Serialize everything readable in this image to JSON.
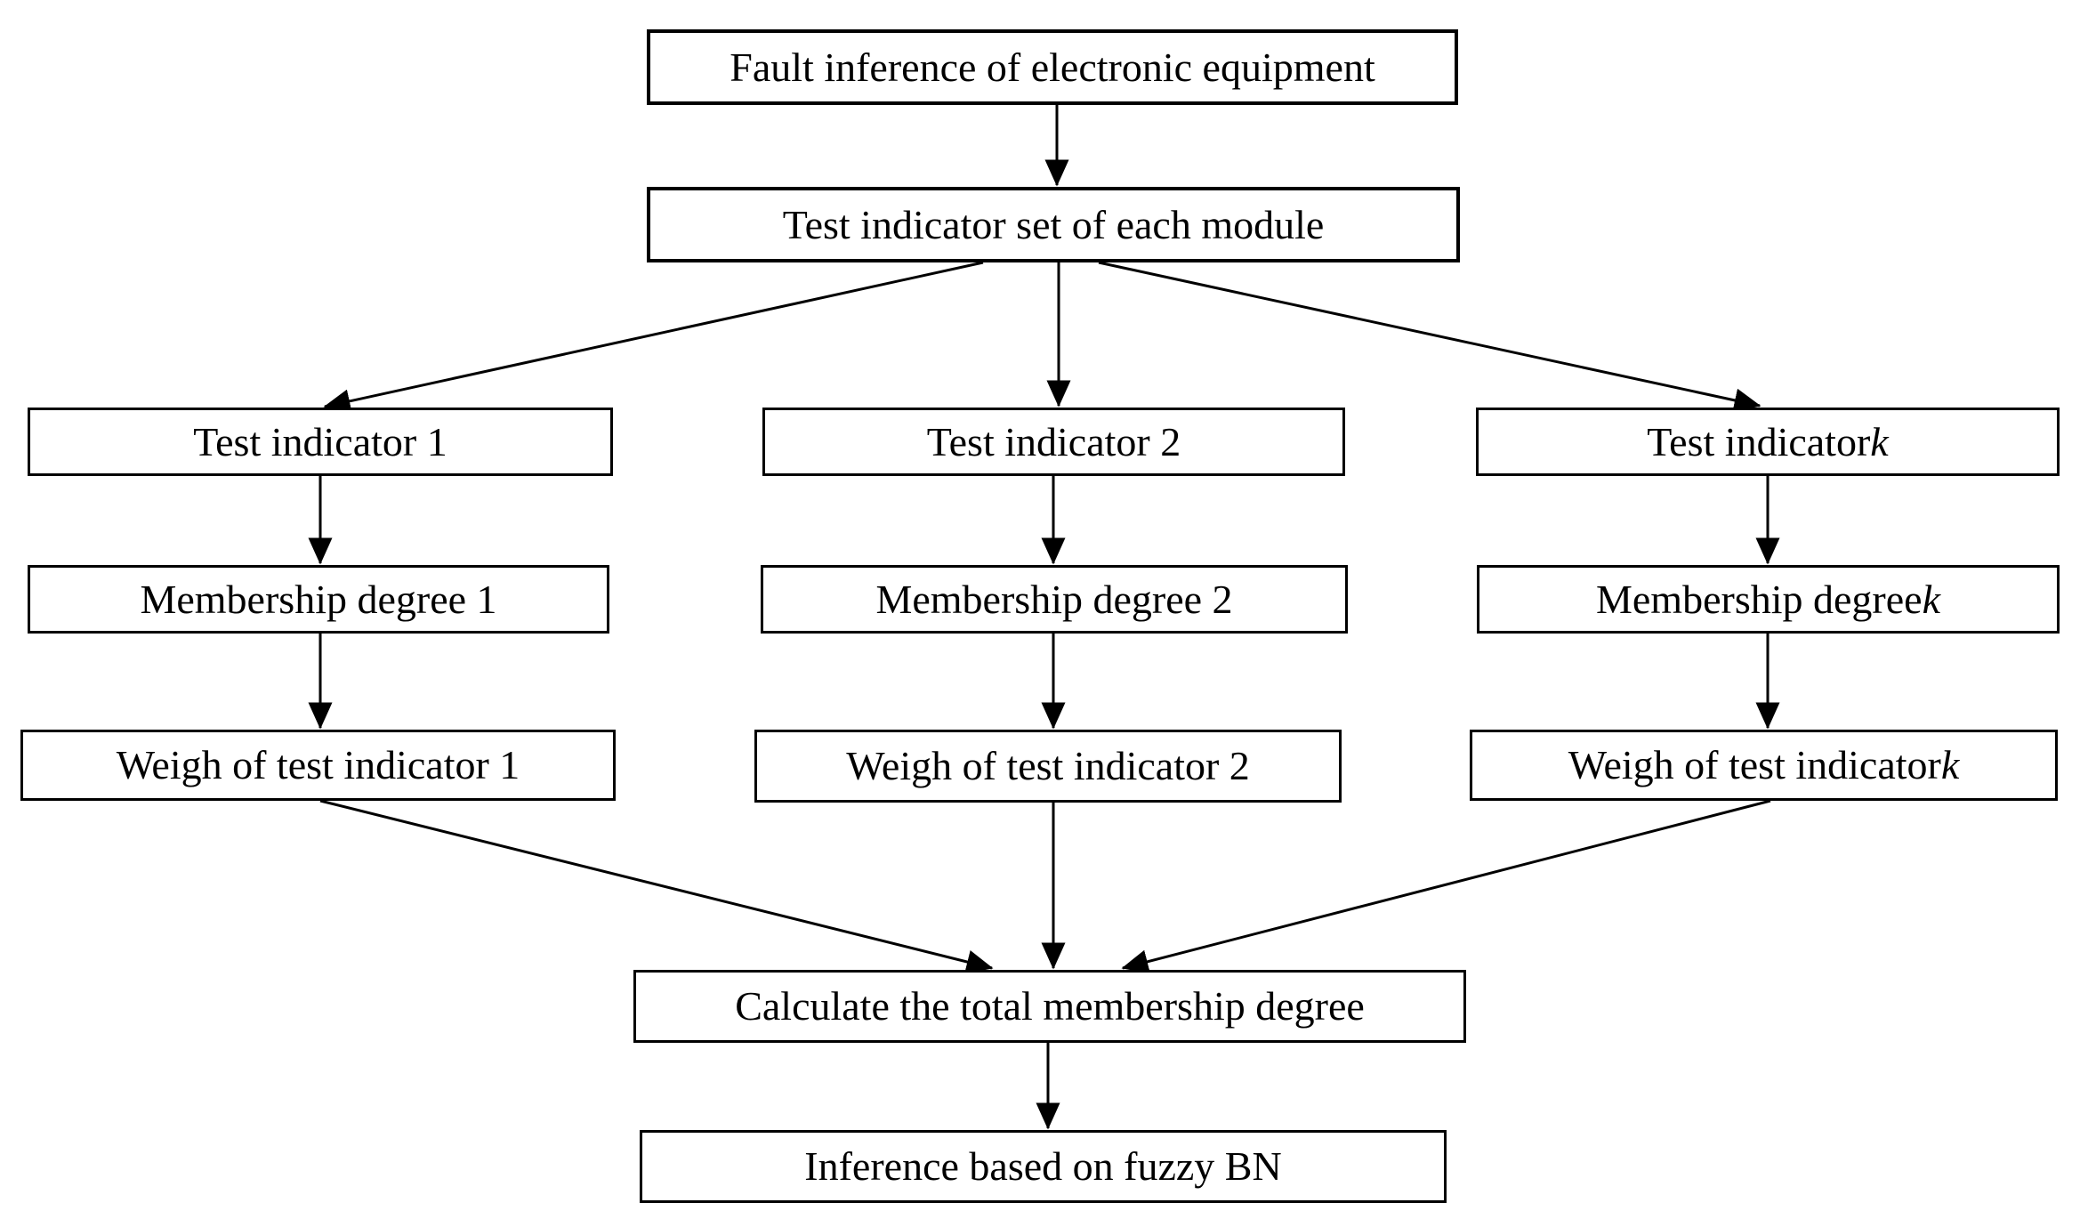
{
  "colors": {
    "background": "#ffffff",
    "line": "#000000",
    "box_fill": "#ffffff",
    "text": "#000000"
  },
  "nodes": {
    "fault": {
      "text": "Fault inference of electronic equipment",
      "em": ""
    },
    "testset": {
      "text": "Test indicator set of each module",
      "em": ""
    },
    "ti1": {
      "text": "Test indicator 1",
      "em": ""
    },
    "ti2": {
      "text": "Test indicator 2",
      "em": ""
    },
    "tik": {
      "text": "Test indicator ",
      "em": "k"
    },
    "md1": {
      "text": "Membership degree 1",
      "em": ""
    },
    "md2": {
      "text": "Membership degree 2",
      "em": ""
    },
    "mdk": {
      "text": "Membership degree ",
      "em": "k"
    },
    "w1": {
      "text": "Weigh of test indicator 1",
      "em": ""
    },
    "w2": {
      "text": "Weigh of test indicator 2",
      "em": ""
    },
    "wk": {
      "text": "Weigh of test indicator ",
      "em": "k"
    },
    "calc": {
      "text": "Calculate the total membership degree",
      "em": ""
    },
    "inf": {
      "text": "Inference based on fuzzy BN",
      "em": ""
    }
  },
  "edges": [
    {
      "from": "fault",
      "to": "testset"
    },
    {
      "from": "testset",
      "to": "ti1"
    },
    {
      "from": "testset",
      "to": "ti2"
    },
    {
      "from": "testset",
      "to": "tik"
    },
    {
      "from": "ti1",
      "to": "md1"
    },
    {
      "from": "ti2",
      "to": "md2"
    },
    {
      "from": "tik",
      "to": "mdk"
    },
    {
      "from": "md1",
      "to": "w1"
    },
    {
      "from": "md2",
      "to": "w2"
    },
    {
      "from": "mdk",
      "to": "wk"
    },
    {
      "from": "w1",
      "to": "calc"
    },
    {
      "from": "w2",
      "to": "calc"
    },
    {
      "from": "wk",
      "to": "calc"
    },
    {
      "from": "calc",
      "to": "inf"
    }
  ]
}
